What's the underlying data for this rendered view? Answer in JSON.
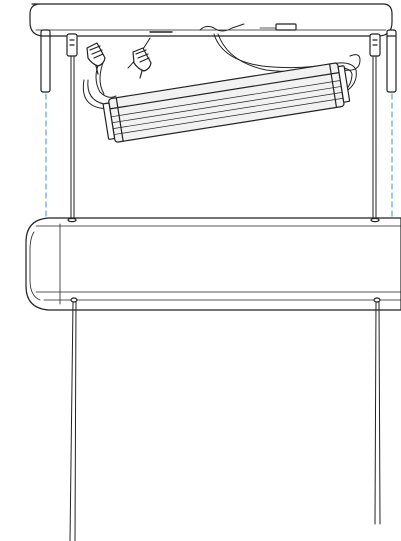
{
  "colors": {
    "line": "#222222",
    "guide": "#5aa6d6",
    "fill": "#ffffff",
    "driver_fill": "#f2f2f2"
  },
  "diagram": {
    "parts": [
      "ceiling-canopy",
      "mounting-post-left",
      "mounting-post-right",
      "wire-nut-left",
      "wire-nut-right",
      "led-driver",
      "supply-cable",
      "suspension-cable-left",
      "suspension-cable-right",
      "light-fixture-body",
      "alignment-guide-left",
      "alignment-guide-right"
    ]
  }
}
